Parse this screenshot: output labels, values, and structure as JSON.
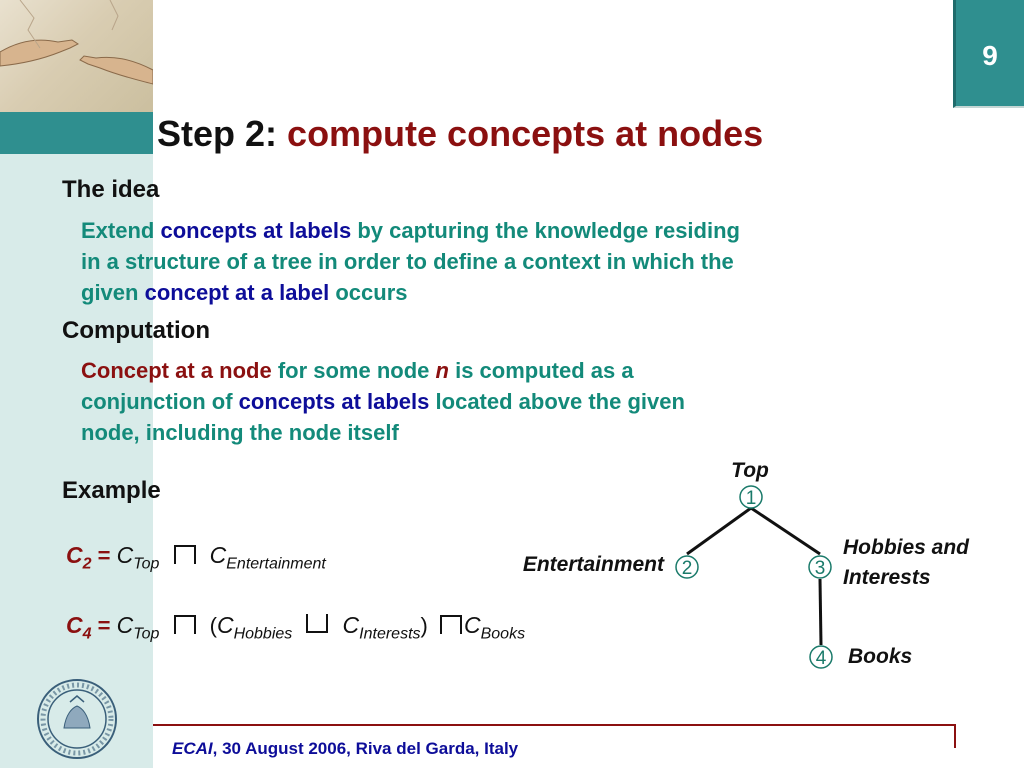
{
  "page_number": "9",
  "title": {
    "prefix": "Step 2:",
    "highlight": "compute concepts at nodes"
  },
  "idea": {
    "heading": "The idea",
    "line1": {
      "a": "Extend",
      "b": "concepts at labels",
      "c": "by capturing the knowledge residing"
    },
    "line2": "in a structure of a tree in order to define a context in which the",
    "line3": {
      "a": "given",
      "b": "concept at a label",
      "c": "occurs"
    }
  },
  "computation": {
    "heading": "Computation",
    "line1": {
      "a": "Concept at a node",
      "b": "for some node",
      "c": "n",
      "d": "is computed as a"
    },
    "line2": {
      "a": "conjunction of",
      "b": "concepts at labels",
      "c": "located above the given"
    },
    "line3": "node, including the node itself"
  },
  "example": {
    "heading": "Example",
    "formula1": {
      "lhs": "C",
      "lhs_sub": "2",
      "eq": "=",
      "c": "C",
      "sub_top": "Top",
      "sub_ent": "Entertainment"
    },
    "formula2": {
      "lhs": "C",
      "lhs_sub": "4",
      "eq": "=",
      "c": "C",
      "sub_top": "Top",
      "lparen": "(",
      "sub_hob": "Hobbies",
      "sub_int": "Interests",
      "rparen": ")",
      "sub_books": "Books"
    }
  },
  "tree": {
    "nodes": [
      {
        "id": "1",
        "label": "Top"
      },
      {
        "id": "2",
        "label": "Entertainment"
      },
      {
        "id": "3",
        "label1": "Hobbies and",
        "label2": "Interests"
      },
      {
        "id": "4",
        "label": "Books"
      }
    ]
  },
  "footer": {
    "venue": "ECAI",
    "rest": ", 30 August 2006, Riva del Garda, Italy"
  },
  "colors": {
    "teal": "#2f8f8f",
    "body_teal": "#138a7a",
    "dark_red": "#8b1010",
    "navy": "#0d0d99",
    "sidebar": "#d8ebe9"
  }
}
